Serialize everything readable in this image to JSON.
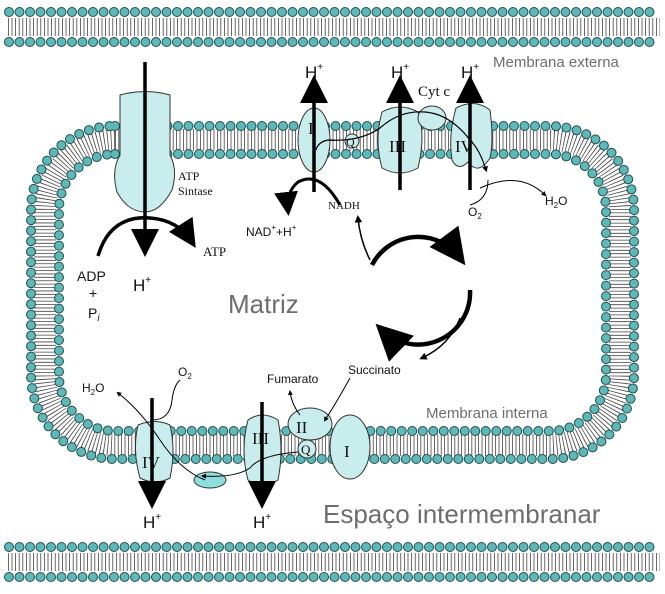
{
  "labels": {
    "outer_membrane": "Membrana externa",
    "inner_membrane": "Membrana interna",
    "matrix": "Matriz",
    "intermembrane_space": "Espaço intermembranar",
    "atp_synthase_1": "ATP",
    "atp_synthase_2": "Sintase",
    "atp": "ATP",
    "adp": "ADP",
    "plus": "+",
    "pi_base": "P",
    "pi_sub": "i",
    "nadh": "NADH",
    "nad_base": "NAD",
    "nad_sup": "+",
    "nad_rest": "+H",
    "nad_sup2": "+",
    "cyt_c": "Cyt c",
    "h2o_top": {
      "a": "H",
      "sub": "2",
      "b": "O"
    },
    "o2_top": {
      "a": "O",
      "sub": "2"
    },
    "h2o_bottom": {
      "a": "H",
      "sub": "2",
      "b": "O"
    },
    "o2_bottom": {
      "a": "O",
      "sub": "2"
    },
    "succinato": "Succinato",
    "fumarato": "Fumarato",
    "proton": {
      "base": "H",
      "sup": "+"
    }
  },
  "complexes": {
    "I": "I",
    "II": "II",
    "III": "III",
    "IV": "IV",
    "Q": "Q"
  },
  "colors": {
    "protein": "#c9ecec",
    "lipid_head": "#5fb8b8",
    "outline": "#1f4e4e"
  }
}
